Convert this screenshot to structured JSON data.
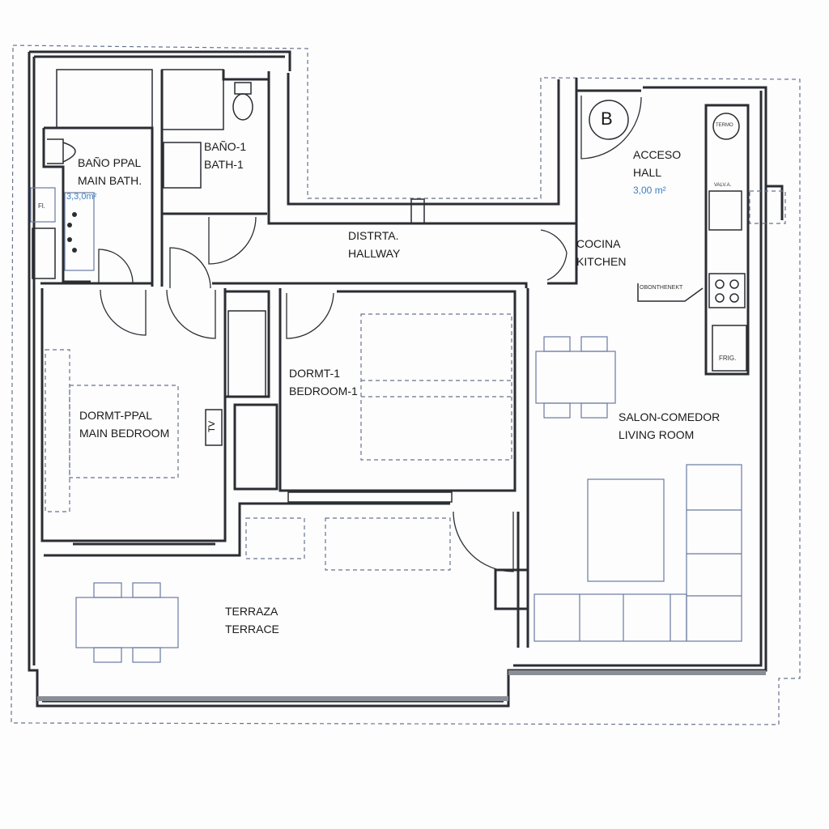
{
  "plan": {
    "rooms": [
      {
        "id": "main-bath",
        "name_es": "BAÑO PPAL",
        "name_en": "MAIN BATH.",
        "area": "3,3,0m²"
      },
      {
        "id": "bath-1",
        "name_es": "BAÑO-1",
        "name_en": "BATH-1"
      },
      {
        "id": "hallway",
        "name_es": "DISTRTA.",
        "name_en": "HALLWAY"
      },
      {
        "id": "hall",
        "name_es": "ACCESO",
        "name_en": "HALL",
        "area": "3,00 m²"
      },
      {
        "id": "kitchen",
        "name_es": "COCINA",
        "name_en": "KITCHEN"
      },
      {
        "id": "bedroom-1",
        "name_es": "DORMT-1",
        "name_en": "BEDROOM-1"
      },
      {
        "id": "main-bedroom",
        "name_es": "DORMT-PPAL",
        "name_en": "MAIN BEDROOM"
      },
      {
        "id": "living-room",
        "name_es": "SALON-COMEDOR",
        "name_en": "LIVING ROOM"
      },
      {
        "id": "terrace",
        "name_es": "TERRAZA",
        "name_en": "TERRACE"
      }
    ],
    "symbols": {
      "entrance_badge": "B",
      "tv": "TV",
      "fridge": "FRIG.",
      "oven_note": "OBONTHENEKT",
      "shower": "Fl.",
      "boiler": "TERMO",
      "valve": "VALV.A."
    },
    "colors": {
      "wall": "#2b2d33",
      "furniture": "#6a7aa0",
      "area_text": "#3b7fc0"
    }
  }
}
